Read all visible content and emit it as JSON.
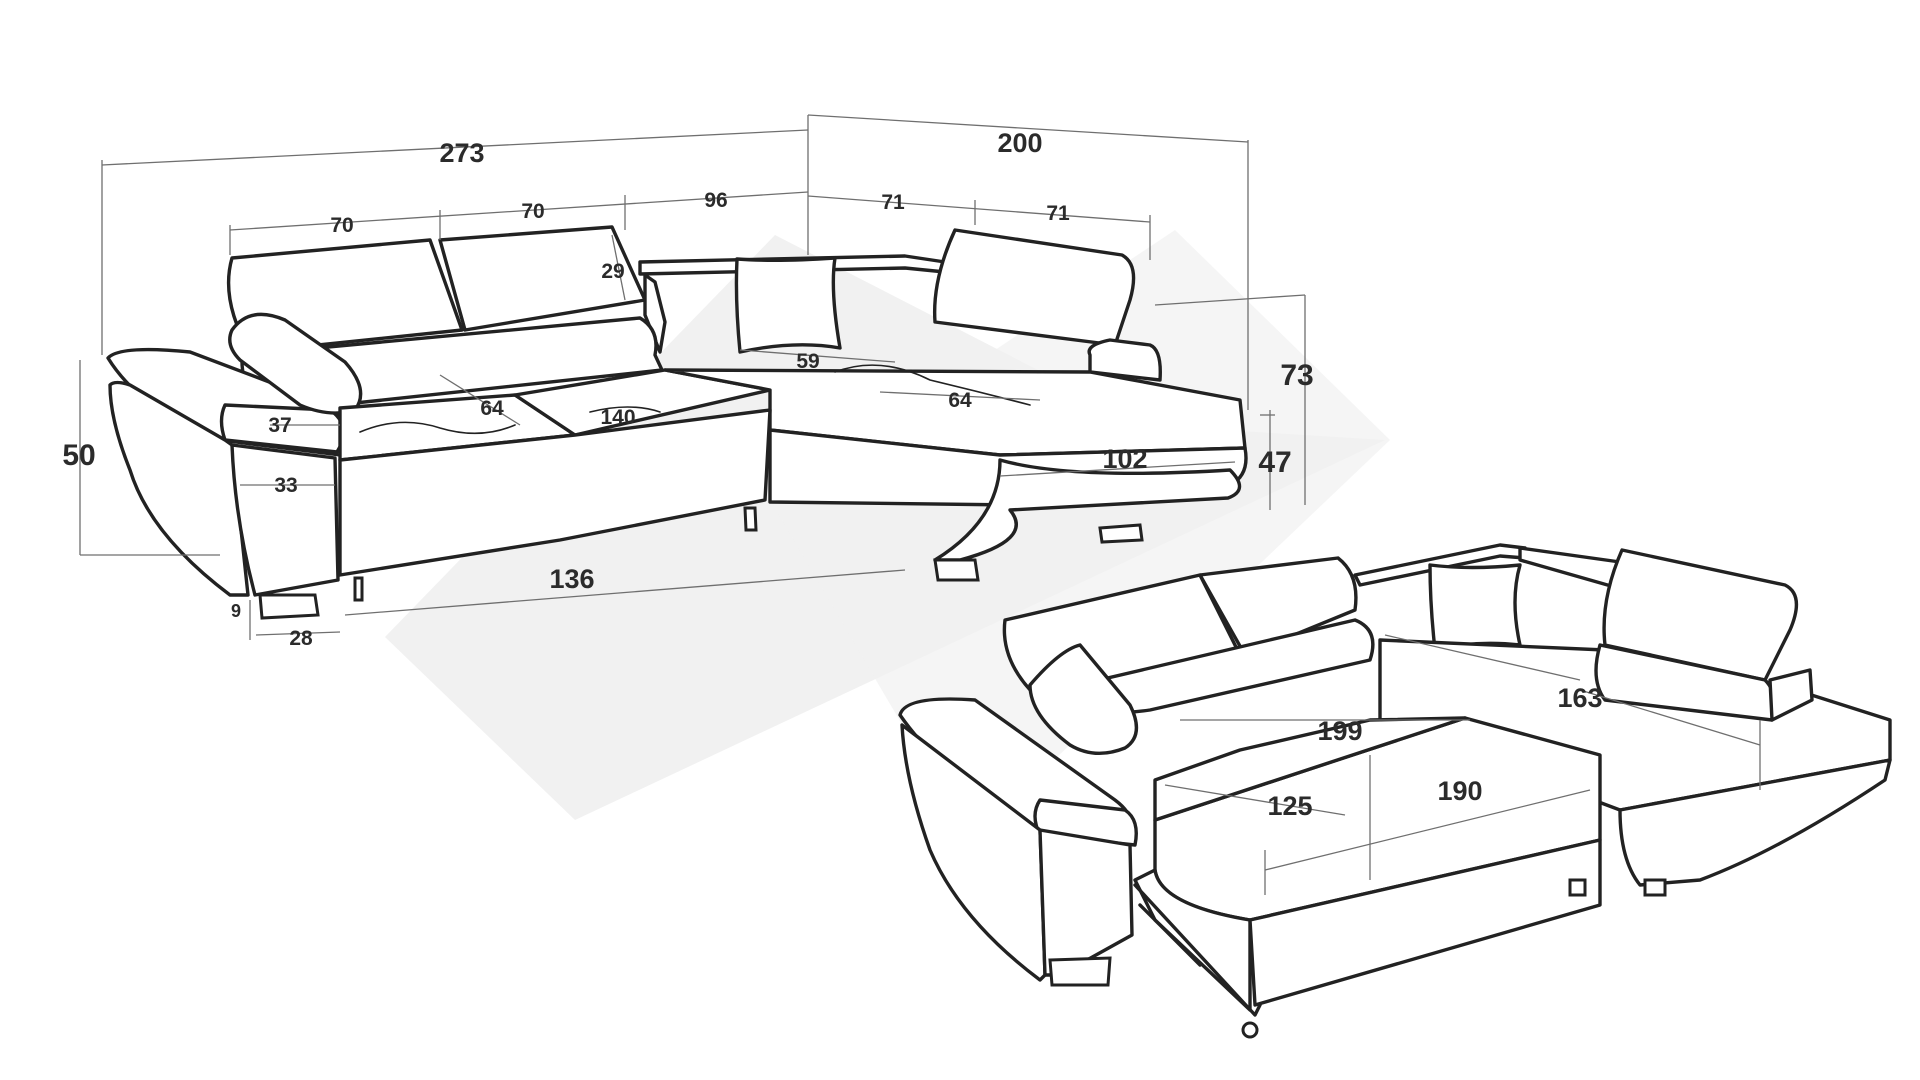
{
  "drawing": {
    "closed_dimensions": {
      "total_width": "273",
      "corner_width": "200",
      "headrest_1": "70",
      "headrest_2": "70",
      "back_section": "96",
      "corner_headrest_1": "71",
      "corner_headrest_2": "71",
      "headrest_height": "29",
      "height": "50",
      "armrest_width": "37",
      "armrest_depth": "33",
      "seat_depth_left": "64",
      "seat_width": "140",
      "cushion_depth": "59",
      "seat_depth_right": "64",
      "total_height": "73",
      "seat_height": "47",
      "chaise_length": "102",
      "depth": "136",
      "leg_height": "9",
      "leg_width": "28"
    },
    "bed_dimensions": {
      "bed_width_total": "199",
      "chaise_bed_length": "163",
      "bed_depth": "125",
      "bed_length": "190"
    }
  }
}
